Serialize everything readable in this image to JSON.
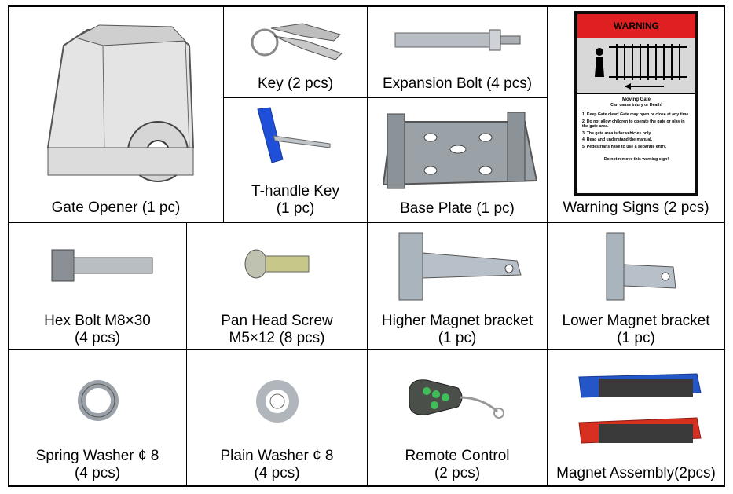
{
  "items": [
    {
      "label": "Gate Opener (1 pc)"
    },
    {
      "label": "Key (2 pcs)"
    },
    {
      "label": "Expansion Bolt (4 pcs)"
    },
    {
      "label1": "T-handle Key",
      "label2": "(1 pc)"
    },
    {
      "label": "Base Plate (1 pc)"
    },
    {
      "label": "Warning Signs (2 pcs)"
    },
    {
      "label1": "Hex Bolt M8×30",
      "label2": "(4 pcs)"
    },
    {
      "label1": "Pan Head Screw",
      "label2": "M5×12 (8 pcs)"
    },
    {
      "label1": "Higher Magnet bracket",
      "label2": "(1 pc)"
    },
    {
      "label1": "Lower Magnet bracket",
      "label2": "(1 pc)"
    },
    {
      "label1": "Spring Washer ¢ 8",
      "label2": "(4 pcs)"
    },
    {
      "label1": "Plain Washer ¢ 8",
      "label2": "(4 pcs)"
    },
    {
      "label1": "Remote Control",
      "label2": "(2 pcs)"
    },
    {
      "label": "Magnet Assembly(2pcs)"
    }
  ],
  "warning_sign": {
    "header": "WARNING",
    "title": "Moving Gate",
    "subtitle": "Can cause injury or Death!",
    "lines": [
      "1. Keep Gate clear! Gate may open or close at any time.",
      "2. Do not allow children to operate the gate or play in the gate area.",
      "3. The gate area is for vehicles only.",
      "4. Read and understand the manual.",
      "5. Pedestrians have to use a separate entry."
    ],
    "footer": "Do not remove this warning sign!"
  },
  "colors": {
    "sign_red": "#e02020",
    "tool_blue": "#1f4fd8",
    "magnet_blue": "#2456c8",
    "magnet_red": "#d83020",
    "remote_green": "#3fbf5a"
  }
}
